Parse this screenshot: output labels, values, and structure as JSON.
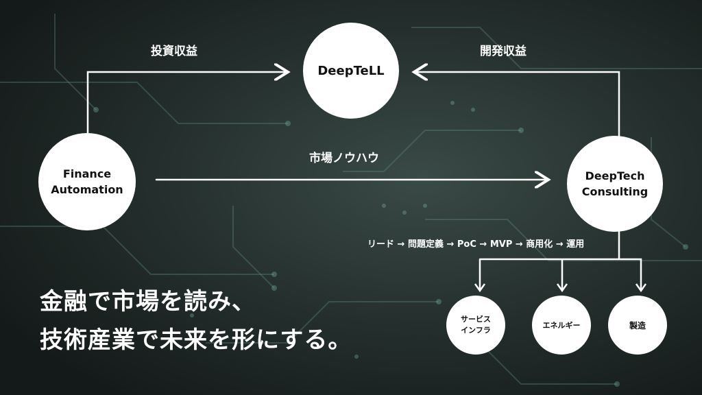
{
  "nodes": {
    "deeptell": "DeepTeLL",
    "finance": [
      "Finance",
      "Automation"
    ],
    "deeptech": [
      "DeepTech",
      "Consulting"
    ],
    "service": [
      "サービス",
      "インフラ"
    ],
    "energy": "エネルギー",
    "manufacturing": "製造"
  },
  "edges": {
    "investment": "投資収益",
    "development": "開発収益",
    "market_knowhow": "市場ノウハウ",
    "process": "リード → 問題定義 → PoC → MVP → 商用化 → 運用"
  },
  "tagline": {
    "line1": "金融で市場を読み、",
    "line2": "技術産業で未来を形にする。"
  },
  "colors": {
    "background": "#1f2a28",
    "circle": "#ffffff",
    "accent": "#4fa89a"
  }
}
